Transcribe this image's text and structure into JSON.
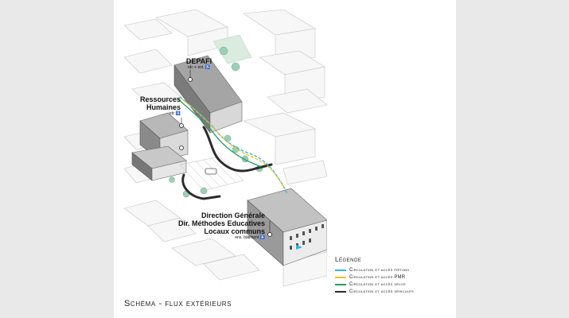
{
  "labels": {
    "depafi": {
      "title": "DEPAFI",
      "sub": "rdc + ext. ♿"
    },
    "rh": {
      "title_line1": "Ressources",
      "title_line2": "Humaines",
      "sub": "rdc ♿"
    },
    "dg": {
      "line1": "Direction Générale",
      "line2": "Dir. Méthodes Educatives",
      "line3": "Locaux communs",
      "sub": "ens. bâtiment ♿"
    }
  },
  "legend": {
    "title": "Légende",
    "items": [
      {
        "label": "Circulation et accès piétons",
        "color": "#29b6e8"
      },
      {
        "label": "Circulation et accès PMR",
        "color": "#f4c20d"
      },
      {
        "label": "Circulation et accès vélos",
        "color": "#1e9e6a"
      },
      {
        "label": "Circulation et accès véhicules",
        "color": "#2b2b2b"
      }
    ]
  },
  "caption": "Schéma - flux extérieurs",
  "colors": {
    "pedestrian": "#29b6e8",
    "pmr": "#f4c20d",
    "bike": "#1e9e6a",
    "vehicle": "#2b2b2b",
    "trees": "#9bd0b4",
    "buildings": "#8f8f8f"
  }
}
